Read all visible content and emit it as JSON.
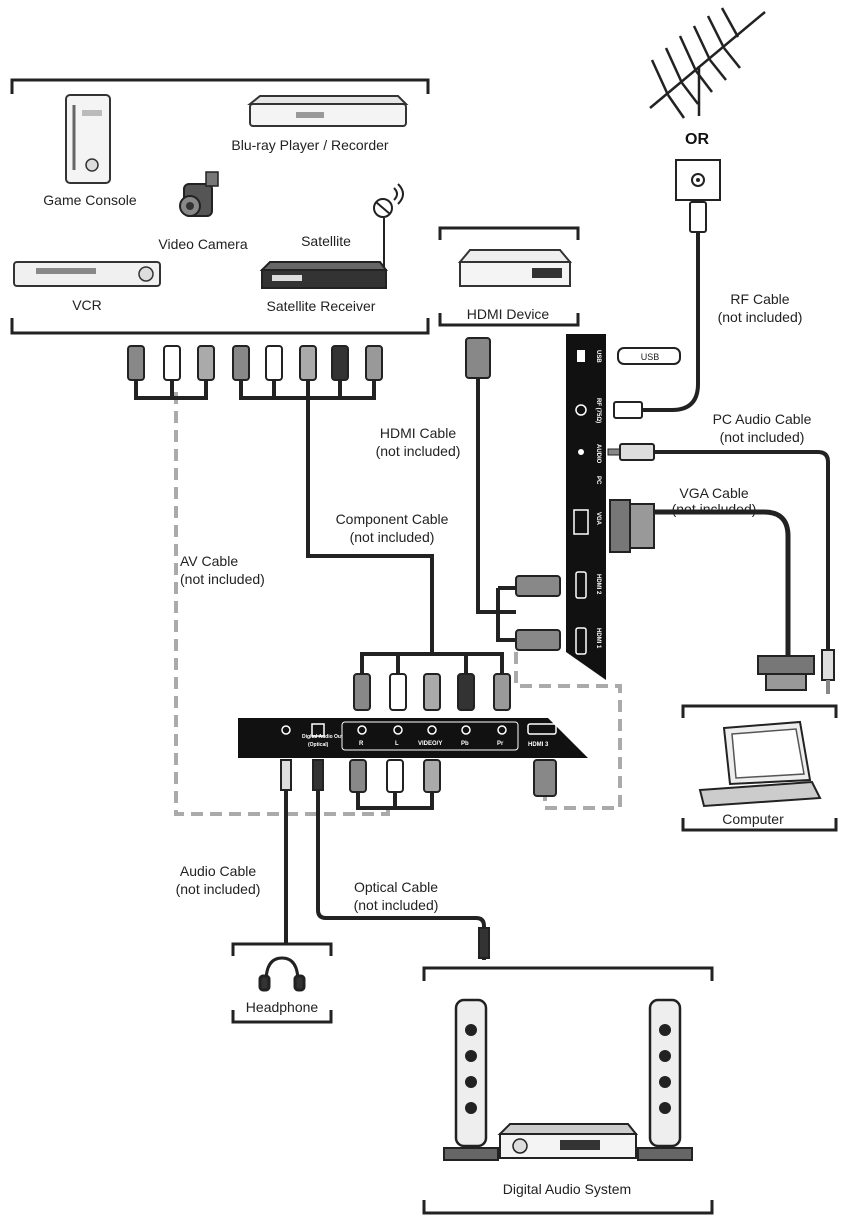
{
  "devices": {
    "game_console": "Game Console",
    "bluray": "Blu-ray Player / Recorder",
    "video_camera": "Video Camera",
    "satellite": "Satellite",
    "vcr": "VCR",
    "satellite_receiver": "Satellite Receiver",
    "hdmi_device": "HDMI Device",
    "computer": "Computer",
    "headphone": "Headphone",
    "digital_audio_system": "Digital Audio System"
  },
  "antenna": {
    "or_label": "OR"
  },
  "cables": {
    "rf": [
      "RF Cable",
      "(not included)"
    ],
    "hdmi": [
      "HDMI Cable",
      "(not included)"
    ],
    "pc_audio": [
      "PC Audio Cable",
      "(not included)"
    ],
    "vga": [
      "VGA Cable",
      "(not included)"
    ],
    "component": [
      "Component Cable",
      "(not included)"
    ],
    "av": [
      "AV Cable",
      "(not included)"
    ],
    "audio": [
      "Audio Cable",
      "(not included)"
    ],
    "optical": [
      "Optical Cable",
      "(not included)"
    ]
  },
  "side_panel": {
    "usb": "USB",
    "rf": "RF (75Ω)",
    "audio": "AUDIO",
    "pc": "PC",
    "vga": "VGA",
    "hdmi2": "HDMI 2",
    "hdmi1": "HDMI 1",
    "usb_stick": "USB"
  },
  "bottom_panel": {
    "digital_audio_out": "Digital Audio Out",
    "optical": "(Optical)",
    "r": "R",
    "l": "L",
    "video_y": "VIDEO/Y",
    "pb": "Pb",
    "pr": "Pr",
    "hdmi3": "HDMI 3"
  }
}
